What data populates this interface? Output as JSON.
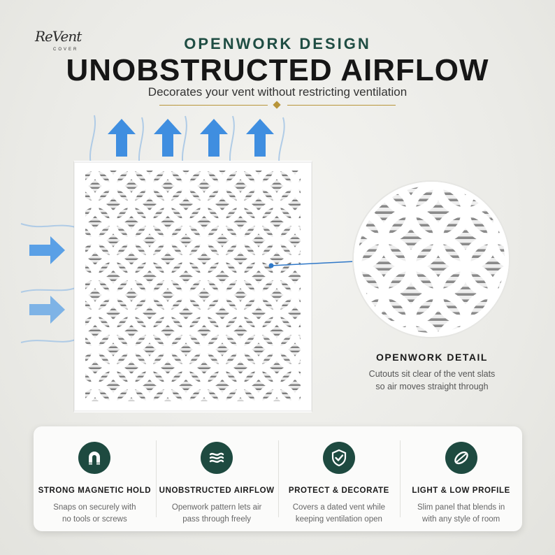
{
  "brand": {
    "logo_text": "ReVent",
    "logo_sub": "COVER"
  },
  "header": {
    "eyebrow": "OPENWORK DESIGN",
    "headline": "UNOBSTRUCTED AIRFLOW",
    "subhead": "Decorates your vent without restricting ventilation"
  },
  "colors": {
    "accent_green": "#1e4a40",
    "gold": "#b8953a",
    "arrow_blue": "#3f8ee0",
    "callout_blue": "#2f78c8"
  },
  "detail": {
    "title": "OPENWORK DETAIL",
    "line1": "Cutouts sit clear of the vent slats",
    "line2": "so air moves straight through"
  },
  "features": [
    {
      "icon": "magnet-icon",
      "title": "STRONG MAGNETIC HOLD",
      "line1": "Snaps on securely with",
      "line2": "no tools or screws"
    },
    {
      "icon": "airflow-icon",
      "title": "UNOBSTRUCTED AIRFLOW",
      "line1": "Openwork pattern lets air",
      "line2": "pass through freely"
    },
    {
      "icon": "shield-check-icon",
      "title": "PROTECT & DECORATE",
      "line1": "Covers a dated vent while",
      "line2": "keeping ventilation open"
    },
    {
      "icon": "slim-panel-icon",
      "title": "LIGHT & LOW PROFILE",
      "line1": "Slim panel that blends in",
      "line2": "with any style of room"
    }
  ]
}
